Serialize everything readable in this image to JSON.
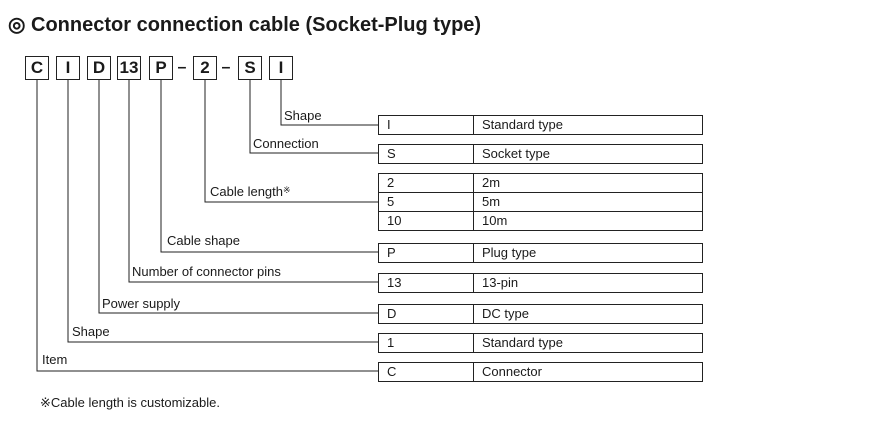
{
  "title": "◎ Connector connection cable (Socket-Plug type)",
  "code": {
    "segments": [
      "C",
      "I",
      "D",
      "13",
      "P",
      "2",
      "S",
      "I"
    ],
    "separator": "–"
  },
  "fields": [
    {
      "label": "Shape",
      "rows": [
        {
          "code": "I",
          "desc": "Standard type"
        }
      ]
    },
    {
      "label": "Connection",
      "rows": [
        {
          "code": "S",
          "desc": "Socket type"
        }
      ]
    },
    {
      "label": "Cable length",
      "label_mark": "※",
      "rows": [
        {
          "code": "2",
          "desc": "2m"
        },
        {
          "code": "5",
          "desc": "5m"
        },
        {
          "code": "10",
          "desc": "10m"
        }
      ]
    },
    {
      "label": "Cable shape",
      "rows": [
        {
          "code": "P",
          "desc": "Plug type"
        }
      ]
    },
    {
      "label": "Number of connector pins",
      "rows": [
        {
          "code": "13",
          "desc": "13-pin"
        }
      ]
    },
    {
      "label": "Power supply",
      "rows": [
        {
          "code": "D",
          "desc": "DC type"
        }
      ]
    },
    {
      "label": "Shape",
      "rows": [
        {
          "code": "1",
          "desc": "Standard type"
        }
      ]
    },
    {
      "label": "Item",
      "rows": [
        {
          "code": "C",
          "desc": "Connector"
        }
      ]
    }
  ],
  "note": "※Cable length is customizable."
}
